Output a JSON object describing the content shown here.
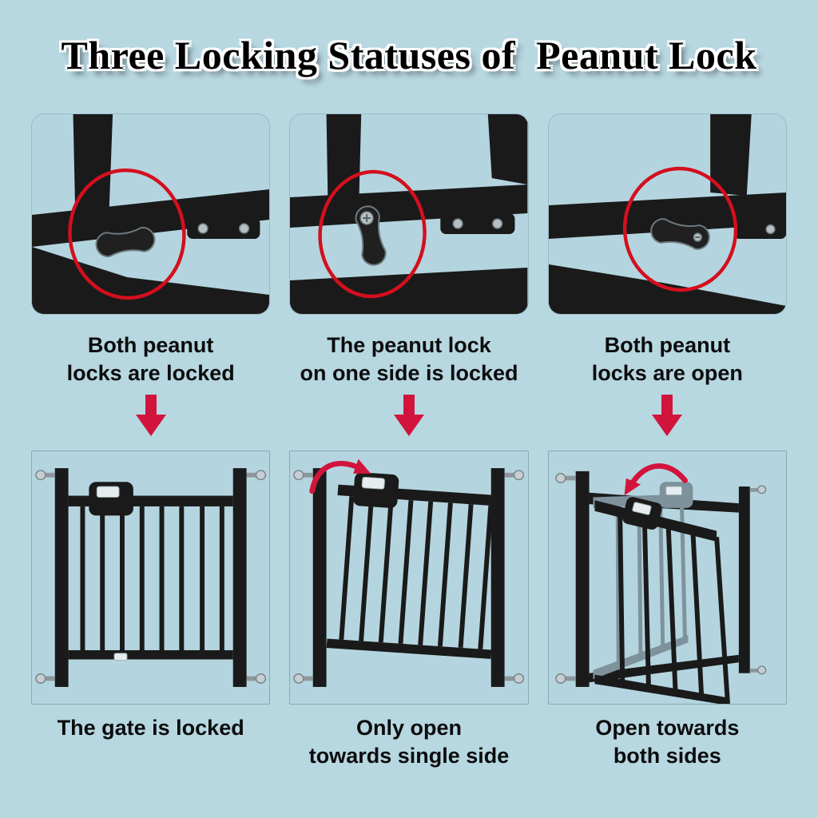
{
  "title": "Three Locking Statuses of  Peanut Lock",
  "theme": {
    "background": "#b7d7e1",
    "photo_background": "#b4d5df",
    "accent_red": "#d2143c",
    "circle_red": "#d40f1e",
    "metal_black": "#1a1a1a",
    "text_color": "#0c0c0c"
  },
  "icons": {
    "down_arrow": "red-down-arrow-icon",
    "curved_arrow": "red-curved-arrow-icon",
    "highlight_circle": "red-highlight-ellipse"
  },
  "columns": [
    {
      "closeup_caption": "Both peanut\nlocks are locked",
      "gate_caption": "The gate is locked"
    },
    {
      "closeup_caption": "The peanut lock\non one side is locked",
      "gate_caption": "Only open\ntowards single side"
    },
    {
      "closeup_caption": "Both peanut\nlocks are open",
      "gate_caption": "Open towards\nboth sides"
    }
  ]
}
